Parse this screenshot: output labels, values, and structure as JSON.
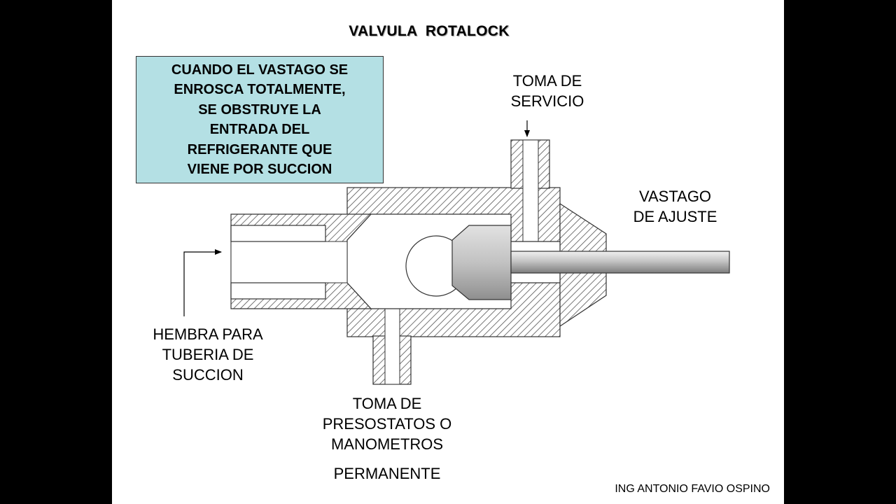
{
  "title": "VALVULA  ROTALOCK",
  "callout": "CUANDO EL VASTAGO SE\nENROSCA TOTALMENTE,\nSE OBSTRUYE LA\nENTRADA DEL\nREFRIGERANTE QUE\nVIENE POR SUCCION",
  "labels": {
    "service_port": "TOMA DE\nSERVICIO",
    "adjusting_stem": "VASTAGO\nDE AJUSTE",
    "suction_female": "HEMBRA PARA\nTUBERIA DE\nSUCCION",
    "pressure_port": "TOMA DE\nPRESOSTATOS O\nMANOMETROS",
    "permanent": "PERMANENTE"
  },
  "credit": "ING ANTONIO FAVIO OSPINO",
  "colors": {
    "slide_background": "#ffffff",
    "letterbox": "#000000",
    "callout_fill": "#b4e0e4",
    "hatch_line": "#555555",
    "stem_fill": "#c8c8c8"
  }
}
